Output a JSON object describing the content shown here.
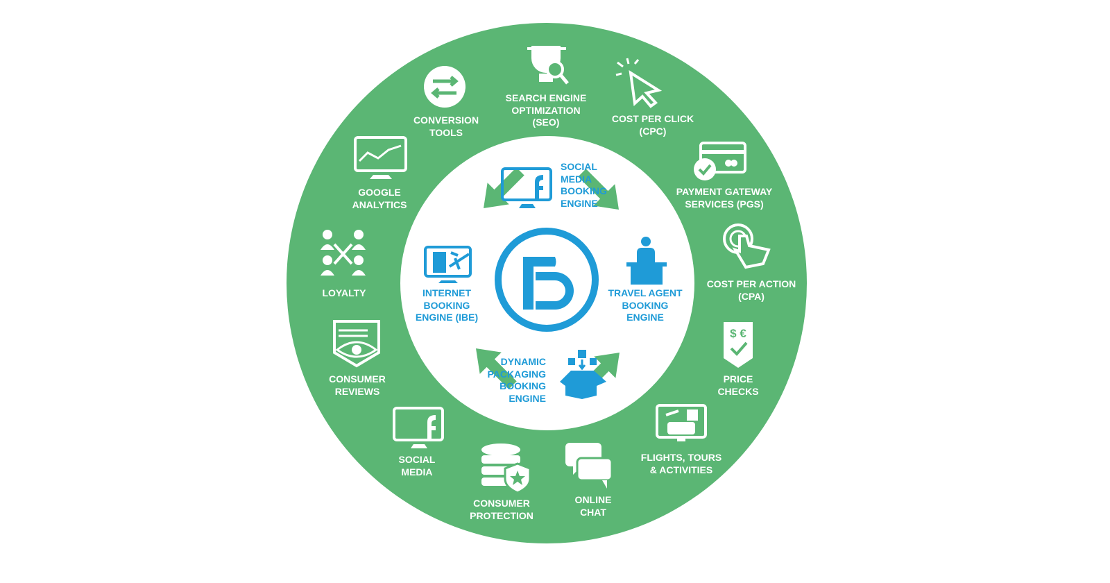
{
  "colors": {
    "ring": "#5bb674",
    "accent": "#1f9bd7",
    "background": "#ffffff"
  },
  "center_logo": {
    "icon": "b-logo-icon"
  },
  "outer_items": [
    {
      "id": "conversion-tools",
      "icon": "arrows-exchange-icon",
      "lines": [
        "CONVERSION",
        "TOOLS"
      ]
    },
    {
      "id": "seo",
      "icon": "trophy-search-icon",
      "lines": [
        "SEARCH ENGINE",
        "OPTIMIZATION",
        "(SEO)"
      ]
    },
    {
      "id": "cpc",
      "icon": "cursor-click-icon",
      "lines": [
        "COST PER CLICK",
        "(CPC)"
      ]
    },
    {
      "id": "pgs",
      "icon": "credit-card-check-icon",
      "lines": [
        "PAYMENT GATEWAY",
        "SERVICES (PGS)"
      ]
    },
    {
      "id": "cpa",
      "icon": "hand-tap-icon",
      "lines": [
        "COST PER ACTION",
        "(CPA)"
      ]
    },
    {
      "id": "price-checks",
      "icon": "price-tag-check-icon",
      "lines": [
        "PRICE",
        "CHECKS"
      ]
    },
    {
      "id": "flights-tours",
      "icon": "travel-monitor-icon",
      "lines": [
        "FLIGHTS, TOURS",
        "& ACTIVITIES"
      ]
    },
    {
      "id": "online-chat",
      "icon": "chat-bubbles-icon",
      "lines": [
        "ONLINE",
        "CHAT"
      ]
    },
    {
      "id": "consumer-protection",
      "icon": "database-shield-icon",
      "lines": [
        "CONSUMER",
        "PROTECTION"
      ]
    },
    {
      "id": "social-media",
      "icon": "facebook-monitor-icon",
      "lines": [
        "SOCIAL",
        "MEDIA"
      ]
    },
    {
      "id": "consumer-reviews",
      "icon": "review-eye-icon",
      "lines": [
        "CONSUMER",
        "REVIEWS"
      ]
    },
    {
      "id": "loyalty",
      "icon": "people-network-icon",
      "lines": [
        "LOYALTY"
      ]
    },
    {
      "id": "google-analytics",
      "icon": "analytics-monitor-icon",
      "lines": [
        "GOOGLE",
        "ANALYTICS"
      ]
    }
  ],
  "inner_items": [
    {
      "id": "social-media-booking",
      "icon": "facebook-monitor-icon",
      "lines": [
        "SOCIAL",
        "MEDIA",
        "BOOKING",
        "ENGINE"
      ]
    },
    {
      "id": "ibe",
      "icon": "flight-monitor-icon",
      "lines": [
        "INTERNET",
        "BOOKING",
        "ENGINE (IBE)"
      ]
    },
    {
      "id": "travel-agent",
      "icon": "agent-desk-icon",
      "lines": [
        "TRAVEL AGENT",
        "BOOKING",
        "ENGINE"
      ]
    },
    {
      "id": "dynamic-packaging",
      "icon": "package-box-icon",
      "lines": [
        "DYNAMIC",
        "PACKAGING",
        "BOOKING",
        "ENGINE"
      ]
    }
  ]
}
